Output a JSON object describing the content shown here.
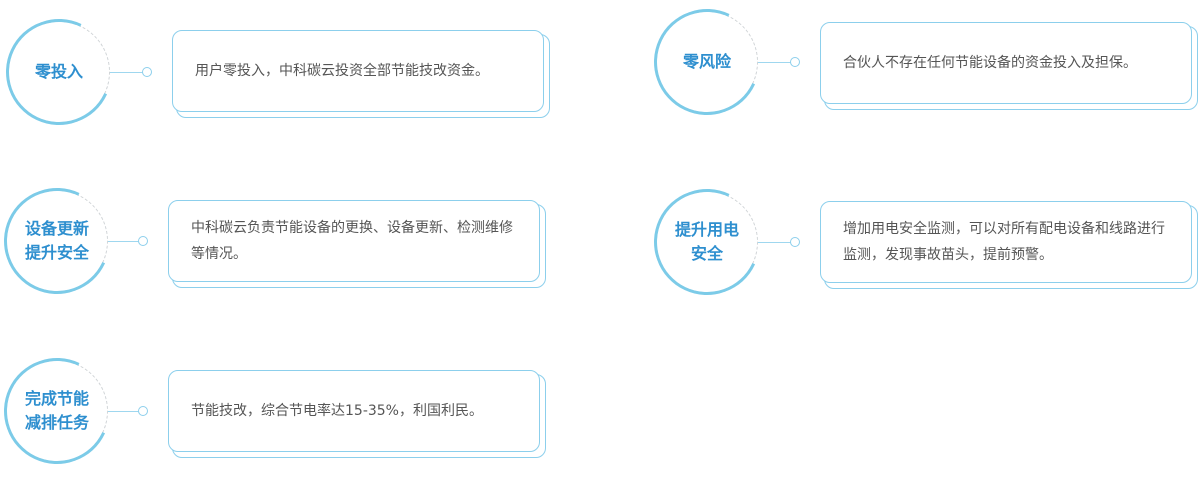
{
  "items": [
    {
      "title": "零投入",
      "desc": "用户零投入，中科碳云投资全部节能技改资金。"
    },
    {
      "title": "零风险",
      "desc": "合伙人不存在任何节能设备的资金投入及担保。"
    },
    {
      "title": "设备更新\n提升安全",
      "desc": "中科碳云负责节能设备的更换、设备更新、检测维修等情况。"
    },
    {
      "title": "提升用电\n安全",
      "desc": "增加用电安全监测，可以对所有配电设备和线路进行监测，发现事故苗头，提前预警。"
    },
    {
      "title": "完成节能\n减排任务",
      "desc": "节能技改，综合节电率达15-35%，利国利民。"
    }
  ],
  "colors": {
    "accent": "#2e8fcf",
    "border": "#8ccfec"
  }
}
